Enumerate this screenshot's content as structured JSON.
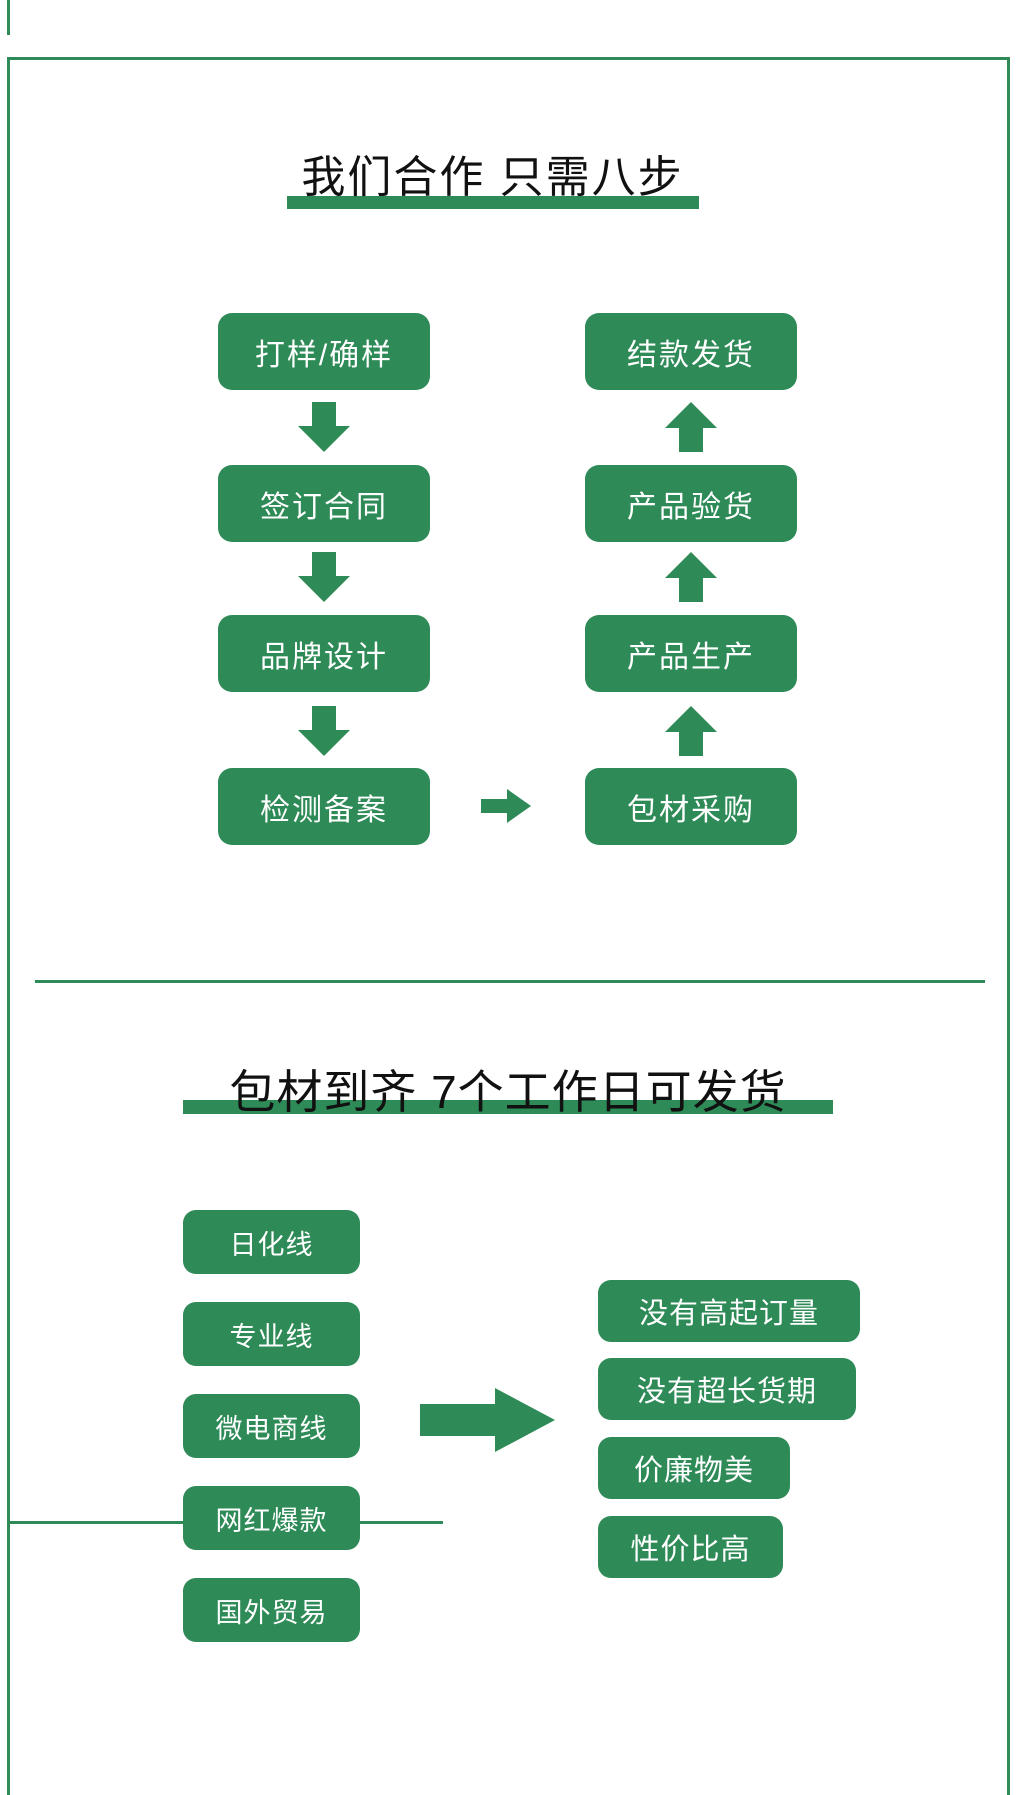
{
  "colors": {
    "accent_green": "#2e8b57",
    "title_text": "#111111",
    "box_text": "#ffffff",
    "background": "#ffffff"
  },
  "icons": {
    "flow_down_arrow": "block-arrow-down",
    "flow_up_arrow": "block-arrow-up",
    "flow_right_arrow": "block-arrow-right",
    "big_right_arrow": "block-arrow-right-large"
  },
  "section1": {
    "title": "我们合作 只需八步",
    "flow_left": [
      "打样/确样",
      "签订合同",
      "品牌设计",
      "检测备案"
    ],
    "flow_right": [
      "结款发货",
      "产品验货",
      "产品生产",
      "包材采购"
    ]
  },
  "section2": {
    "title": "包材到齐  7个工作日可发货",
    "product_lines": [
      "日化线",
      "专业线",
      "微电商线",
      "网红爆款",
      "国外贸易"
    ],
    "benefits": [
      "没有高起订量",
      "没有超长货期",
      "价廉物美",
      "性价比高"
    ]
  }
}
